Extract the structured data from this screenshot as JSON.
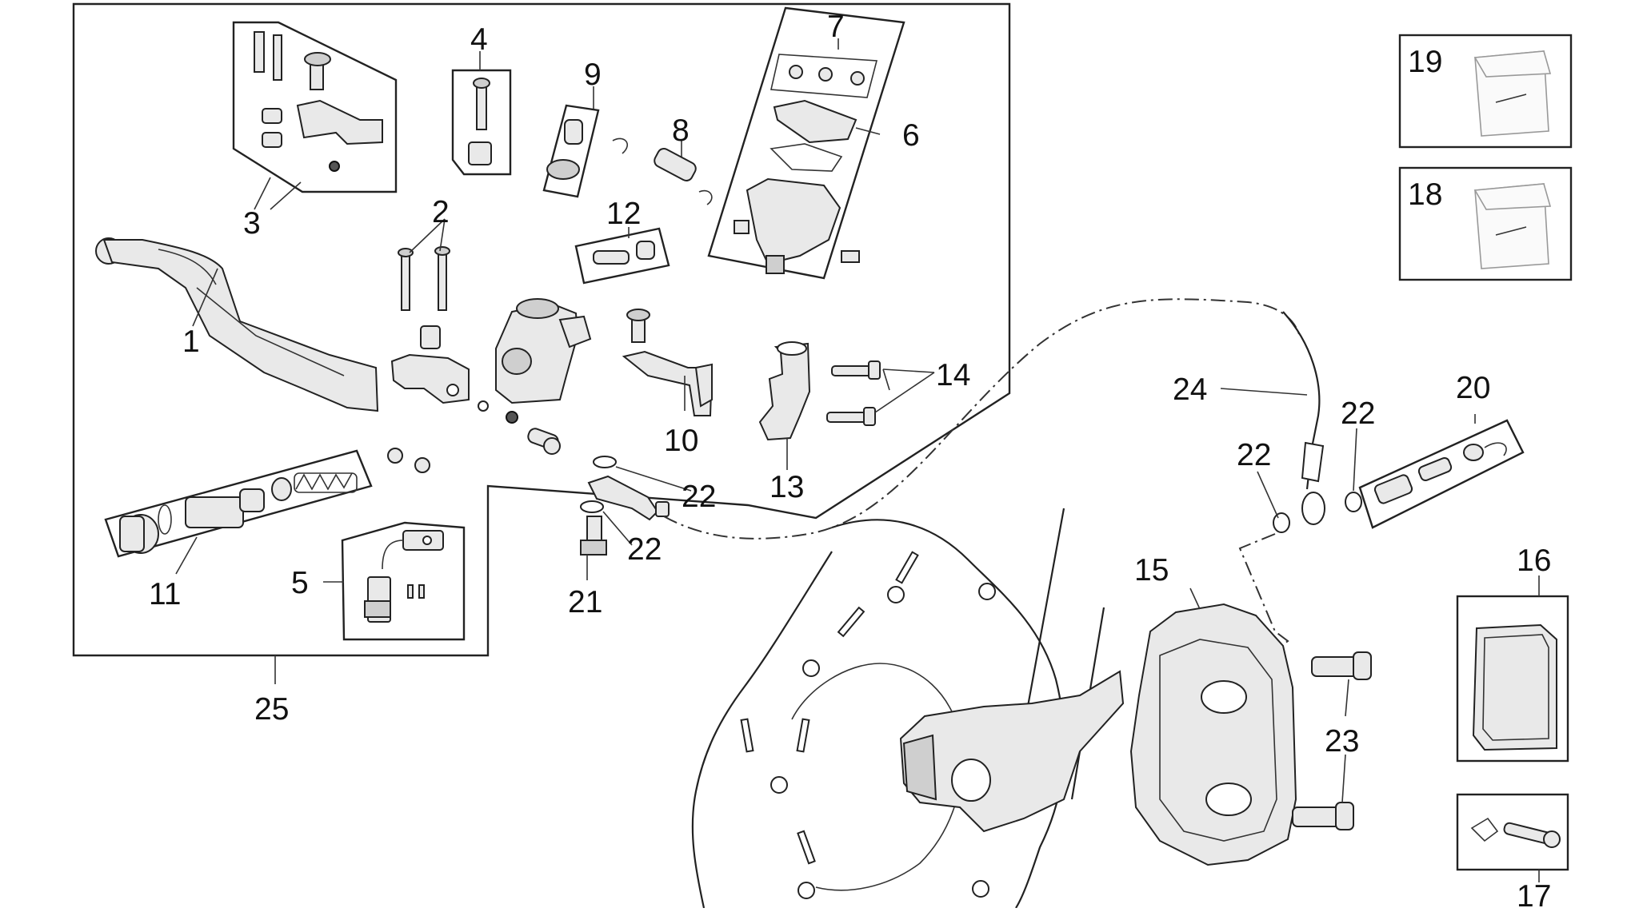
{
  "labels": {
    "l1": "1",
    "l2": "2",
    "l3": "3",
    "l4": "4",
    "l5": "5",
    "l6": "6",
    "l7": "7",
    "l8": "8",
    "l9": "9",
    "l10": "10",
    "l11": "11",
    "l12": "12",
    "l13": "13",
    "l14": "14",
    "l15": "15",
    "l16": "16",
    "l17": "17",
    "l18": "18",
    "l19": "19",
    "l20": "20",
    "l21": "21",
    "l22a": "22",
    "l22b": "22",
    "l22c": "22",
    "l22d": "22",
    "l23": "23",
    "l24": "24",
    "l25": "25"
  }
}
